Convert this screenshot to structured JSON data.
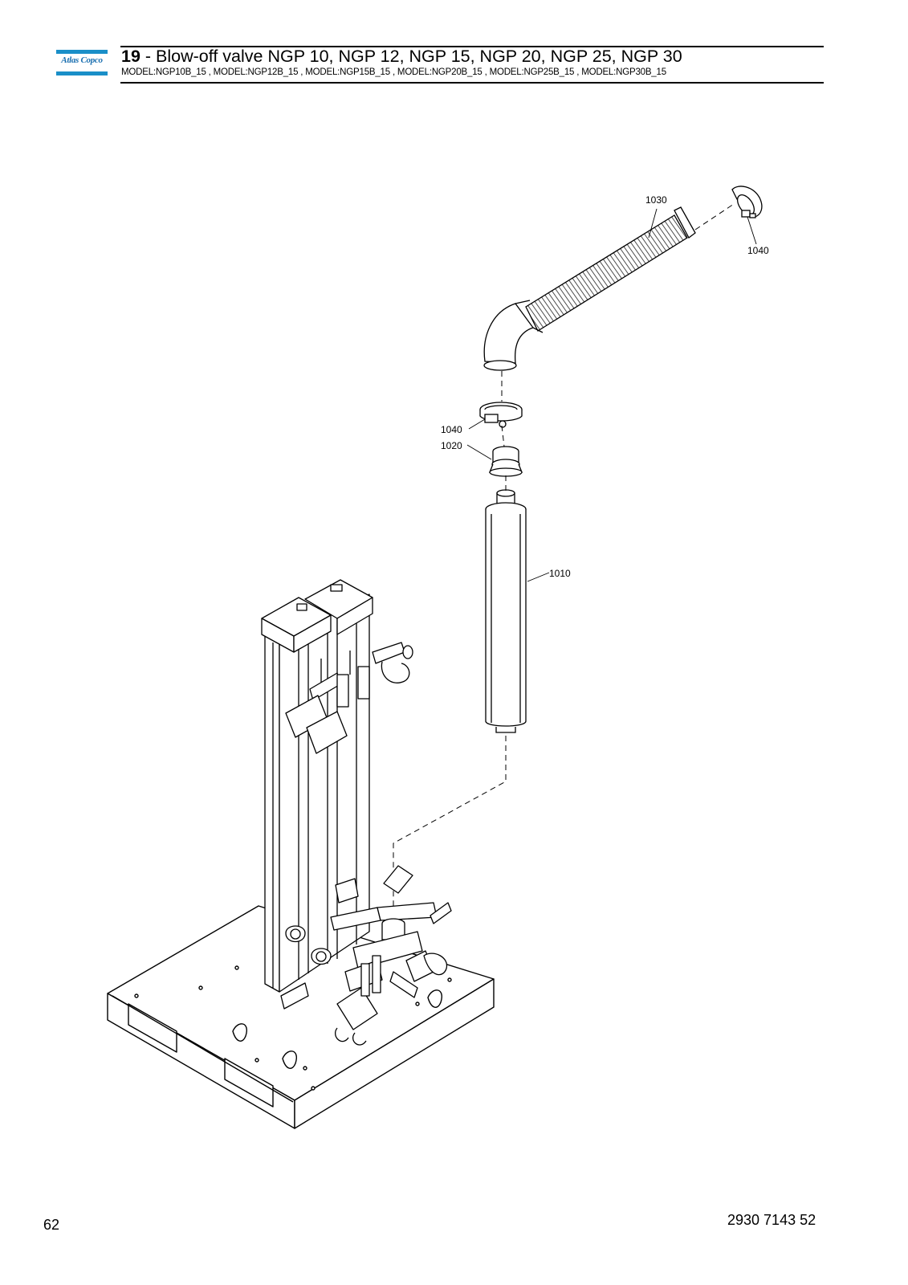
{
  "header": {
    "section_number": "19",
    "title": " - Blow-off valve NGP 10, NGP 12, NGP 15, NGP 20, NGP 25, NGP 30",
    "models": "MODEL:NGP10B_15 , MODEL:NGP12B_15 , MODEL:NGP15B_15 , MODEL:NGP20B_15 , MODEL:NGP25B_15 , MODEL:NGP30B_15",
    "logo_text": "Atlas Copco",
    "logo_color": "#1a8fc8"
  },
  "callouts": {
    "hose": "1030",
    "clamp_top": "1040",
    "clamp_mid": "1040",
    "adapter": "1020",
    "silencer": "1010"
  },
  "footer": {
    "page_number": "62",
    "document_number": "2930 7143 52"
  }
}
